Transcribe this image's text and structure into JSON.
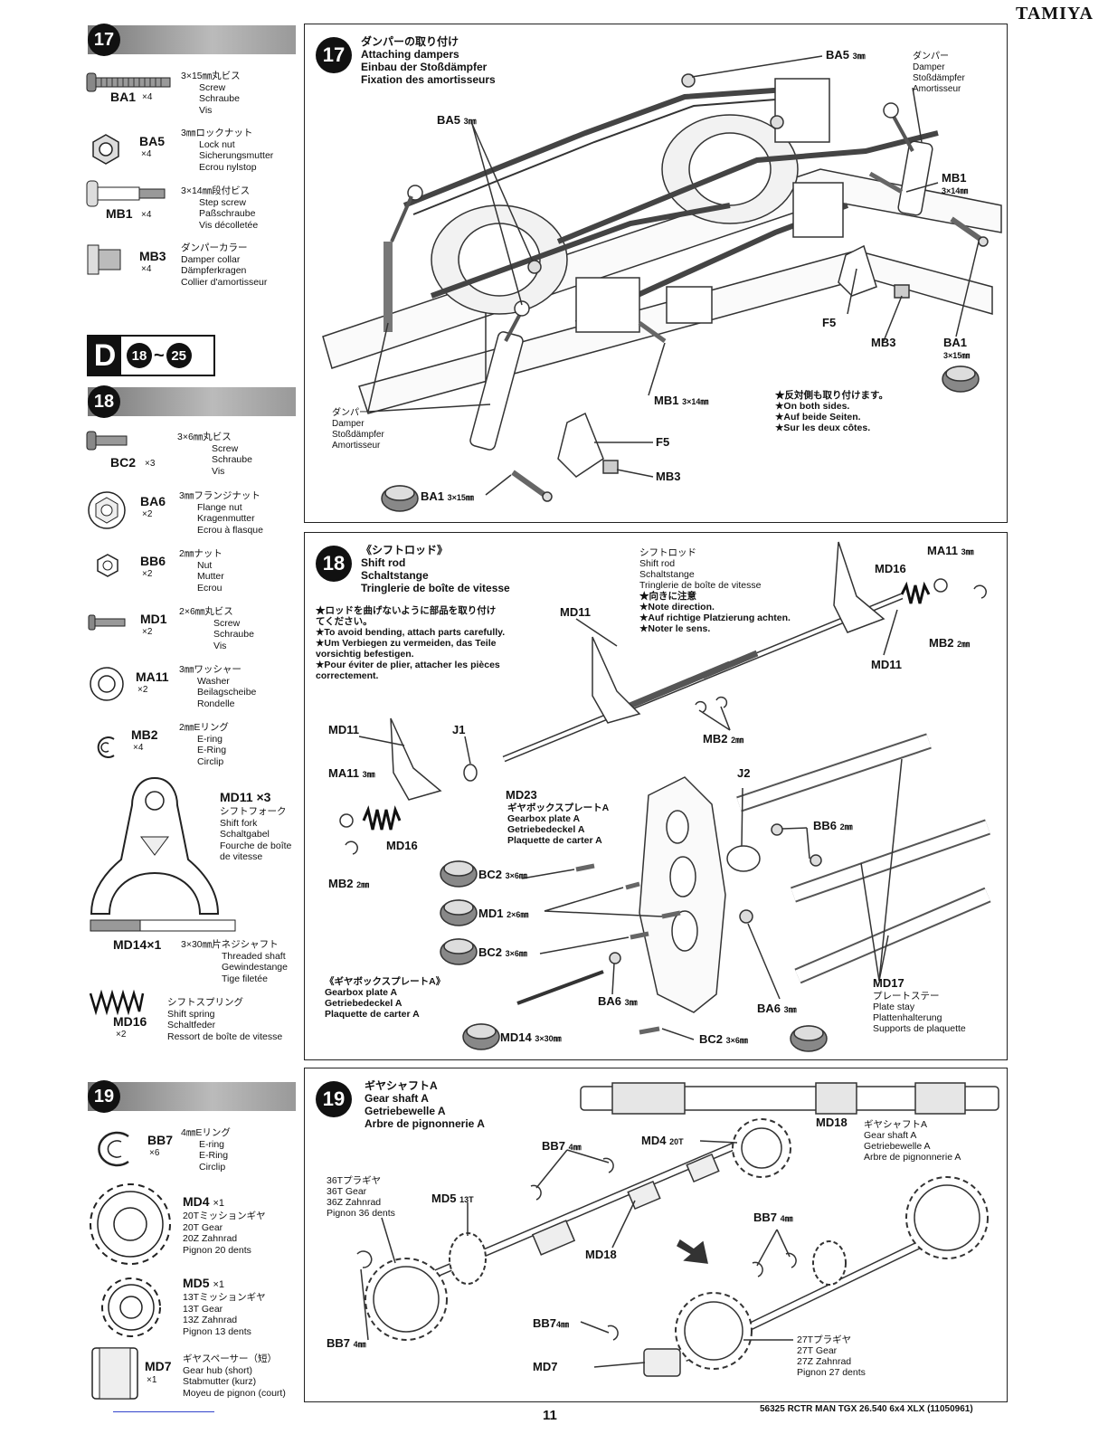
{
  "brand": "TAMIYA",
  "page_number": "11",
  "footer_code": "56325 RCTR MAN TGX 26.540 6x4 XLX (11050961)",
  "sidebar": {
    "step17": {
      "num": "17",
      "parts": [
        {
          "code": "BA1",
          "qty": "×4",
          "lines": [
            "3×15㎜丸ビス",
            "Screw",
            "Schraube",
            "Vis"
          ]
        },
        {
          "code": "BA5",
          "qty": "×4",
          "lines": [
            "3㎜ロックナット",
            "Lock nut",
            "Sicherungsmutter",
            "Ecrou nylstop"
          ]
        },
        {
          "code": "MB1",
          "qty": "×4",
          "lines": [
            "3×14㎜段付ビス",
            "Step screw",
            "Paßschraube",
            "Vis décolletée"
          ]
        },
        {
          "code": "MB3",
          "qty": "×4",
          "lines": [
            "ダンパーカラー",
            "Damper collar",
            "Dämpferkragen",
            "Collier d'amortisseur"
          ]
        }
      ]
    },
    "bag": {
      "letter": "D",
      "from": "18",
      "to": "25"
    },
    "step18": {
      "num": "18",
      "parts": [
        {
          "code": "BC2",
          "qty": "×3",
          "lines": [
            "3×6㎜丸ビス",
            "Screw",
            "Schraube",
            "Vis"
          ]
        },
        {
          "code": "BA6",
          "qty": "×2",
          "lines": [
            "3㎜フランジナット",
            "Flange nut",
            "Kragenmutter",
            "Ecrou à flasque"
          ]
        },
        {
          "code": "BB6",
          "qty": "×2",
          "lines": [
            "2㎜ナット",
            "Nut",
            "Mutter",
            "Ecrou"
          ]
        },
        {
          "code": "MD1",
          "qty": "×2",
          "lines": [
            "2×6㎜丸ビス",
            "Screw",
            "Schraube",
            "Vis"
          ]
        },
        {
          "code": "MA11",
          "qty": "×2",
          "lines": [
            "3㎜ワッシャー",
            "Washer",
            "Beilagscheibe",
            "Rondelle"
          ]
        },
        {
          "code": "MB2",
          "qty": "×4",
          "lines": [
            "2㎜Eリング",
            "E-ring",
            "E-Ring",
            "Circlip"
          ]
        },
        {
          "code": "MD11 ×3",
          "qty": "",
          "lines": [
            "シフトフォーク",
            "Shift fork",
            "Schaltgabel",
            "Fourche de boîte",
            "de vitesse"
          ]
        },
        {
          "code": "MD14×1",
          "qty": "",
          "lines": [
            "3×30㎜片ネジシャフト",
            "Threaded shaft",
            "Gewindestange",
            "Tige filetée"
          ]
        },
        {
          "code": "MD16",
          "qty": "×2",
          "lines": [
            "シフトスプリング",
            "Shift spring",
            "Schaltfeder",
            "Ressort de boîte de vitesse"
          ]
        }
      ]
    },
    "step19": {
      "num": "19",
      "parts": [
        {
          "code": "BB7",
          "qty": "×6",
          "lines": [
            "4㎜Eリング",
            "E-ring",
            "E-Ring",
            "Circlip"
          ]
        },
        {
          "code": "MD4",
          "qty": "×1",
          "lines": [
            "20Tミッションギヤ",
            "20T Gear",
            "20Z Zahnrad",
            "Pignon 20 dents"
          ]
        },
        {
          "code": "MD5",
          "qty": "×1",
          "lines": [
            "13Tミッションギヤ",
            "13T Gear",
            "13Z Zahnrad",
            "Pignon 13 dents"
          ]
        },
        {
          "code": "MD7",
          "qty": "×1",
          "lines": [
            "ギヤスペーサー（短）",
            "Gear hub (short)",
            "Stabmutter (kurz)",
            "Moyeu de pignon (court)"
          ]
        }
      ]
    }
  },
  "panel17": {
    "num": "17",
    "title": [
      "ダンパーの取り付け",
      "Attaching dampers",
      "Einbau der Stoßdämpfer",
      "Fixation des amortisseurs"
    ],
    "labels": {
      "ba5_top": "BA5",
      "ba5_top_size": "3㎜",
      "ba5_left": "BA5",
      "ba5_left_size": "3㎜",
      "damper_r": [
        "ダンパー",
        "Damper",
        "Stoßdämpfer",
        "Amortisseur"
      ],
      "mb1_r": "MB1",
      "mb1_r_size": "3×14㎜",
      "f5_r": "F5",
      "mb3_r": "MB3",
      "ba1_r": "BA1",
      "ba1_r_size": "3×15㎜",
      "mb1_c": "MB1",
      "mb1_c_size": "3×14㎜",
      "damper_l": [
        "ダンパー",
        "Damper",
        "Stoßdämpfer",
        "Amortisseur"
      ],
      "f5_l": "F5",
      "mb3_l": "MB3",
      "ba1_l": "BA1",
      "ba1_l_size": "3×15㎜"
    },
    "note": [
      "★反対側も取り付けます。",
      "★On both sides.",
      "★Auf beide Seiten.",
      "★Sur les deux côtes."
    ]
  },
  "panel18": {
    "num": "18",
    "title": [
      "《シフトロッド》",
      "Shift rod",
      "Schaltstange",
      "Tringlerie de boîte de vitesse"
    ],
    "note_left": [
      "★ロッドを曲げないように部品を取り付け",
      "てください。",
      "★To avoid bending, attach parts carefully.",
      "★Um Verbiegen zu vermeiden, das Teile",
      "vorsichtig befestigen.",
      "★Pour éviter de plier, attacher les pièces",
      "correctement."
    ],
    "note_right": [
      "シフトロッド",
      "Shift rod",
      "Schaltstange",
      "Tringlerie de boîte de vitesse",
      "★向きに注意",
      "★Note direction.",
      "★Auf richtige Platzierung achten.",
      "★Noter le sens."
    ],
    "labels": {
      "ma11_top": "MA11",
      "ma11_top_size": "3㎜",
      "md16_top": "MD16",
      "mb2_top": "MB2",
      "mb2_top_size": "2㎜",
      "md11_top": "MD11",
      "md11_mid": "MD11",
      "mb2_mid": "MB2",
      "mb2_mid_size": "2㎜",
      "md11_left": "MD11",
      "j1": "J1",
      "ma11_left": "MA11",
      "ma11_left_size": "3㎜",
      "md16_left": "MD16",
      "mb2_left": "MB2",
      "mb2_left_size": "2㎜",
      "md23": "MD23",
      "md23_text": [
        "ギヤボックスプレートA",
        "Gearbox plate A",
        "Getriebedeckel A",
        "Plaquette de carter A"
      ],
      "j2": "J2",
      "bb6": "BB6",
      "bb6_size": "2㎜",
      "bc2_a": "BC2",
      "bc2_a_size": "3×6㎜",
      "md1": "MD1",
      "md1_size": "2×6㎜",
      "bc2_b": "BC2",
      "bc2_b_size": "3×6㎜",
      "gbp_title": [
        "《ギヤボックスプレートA》",
        "Gearbox plate A",
        "Getriebedeckel A",
        "Plaquette de carter A"
      ],
      "ba6_a": "BA6",
      "ba6_a_size": "3㎜",
      "ba6_b": "BA6",
      "ba6_b_size": "3㎜",
      "md14": "MD14",
      "md14_size": "3×30㎜",
      "bc2_c": "BC2",
      "bc2_c_size": "3×6㎜",
      "md17": "MD17",
      "md17_text": [
        "プレートステー",
        "Plate stay",
        "Plattenhalterung",
        "Supports de plaquette"
      ]
    }
  },
  "panel19": {
    "num": "19",
    "title": [
      "ギヤシャフトA",
      "Gear shaft A",
      "Getriebewelle A",
      "Arbre de pignonnerie A"
    ],
    "labels": {
      "md18_top": "MD18",
      "md18_text": [
        "ギヤシャフトA",
        "Gear shaft A",
        "Getriebewelle A",
        "Arbre de pignonnerie A"
      ],
      "bb7_top": "BB7",
      "bb7_top_size": "4㎜",
      "md4": "MD4",
      "md4_size": "20T",
      "gear36": [
        "36Tプラギヤ",
        "36T Gear",
        "36Z Zahnrad",
        "Pignon 36 dents"
      ],
      "md5": "MD5",
      "md5_size": "13T",
      "md18": "MD18",
      "bb7_right": "BB7",
      "bb7_right_size": "4㎜",
      "bb7_left": "BB7",
      "bb7_left_size": "4㎜",
      "bb7_bottom": "BB7",
      "bb7_bottom_size": "4㎜",
      "md7": "MD7",
      "gear27": [
        "27Tプラギヤ",
        "27T Gear",
        "27Z Zahnrad",
        "Pignon 27 dents"
      ]
    }
  }
}
